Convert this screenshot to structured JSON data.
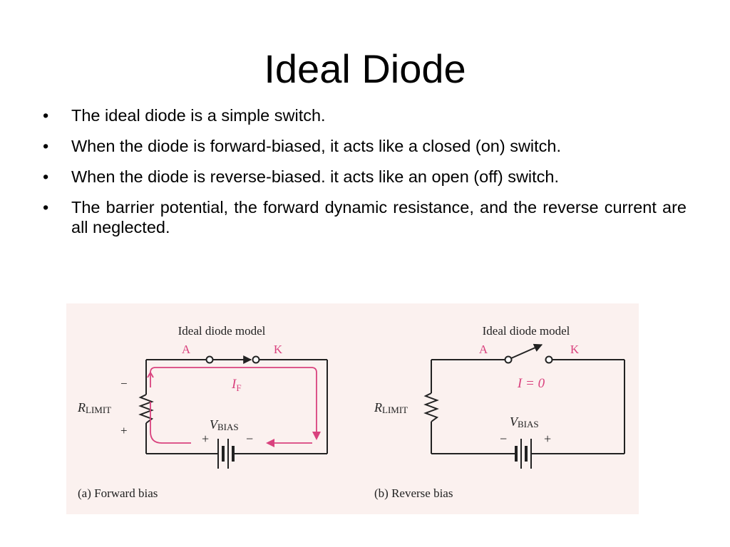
{
  "slide": {
    "title": "Ideal Diode",
    "bullets": [
      "The ideal diode is a simple switch.",
      "When the diode is forward-biased, it acts like a closed (on) switch.",
      "When the diode is reverse-biased. it acts like an open (off) switch.",
      "The barrier potential, the forward dynamic resistance, and the reverse current are all neglected."
    ],
    "bullet_glyph": "•"
  },
  "figure": {
    "colors": {
      "accent": "#d9427e",
      "wire": "#222222",
      "background": "#fbf1ef"
    },
    "forward": {
      "model_label": "Ideal diode model",
      "anode": "A",
      "cathode": "K",
      "current_main": "I",
      "current_sub": "F",
      "resistor_main": "R",
      "resistor_sub": "LIMIT",
      "source_main": "V",
      "source_sub": "BIAS",
      "res_top_sign": "−",
      "res_bottom_sign": "+",
      "src_left_sign": "+",
      "src_right_sign": "−",
      "caption": "(a) Forward bias"
    },
    "reverse": {
      "model_label": "Ideal diode model",
      "anode": "A",
      "cathode": "K",
      "current_label": "I = 0",
      "resistor_main": "R",
      "resistor_sub": "LIMIT",
      "source_main": "V",
      "source_sub": "BIAS",
      "src_left_sign": "−",
      "src_right_sign": "+",
      "caption": "(b) Reverse bias"
    }
  }
}
